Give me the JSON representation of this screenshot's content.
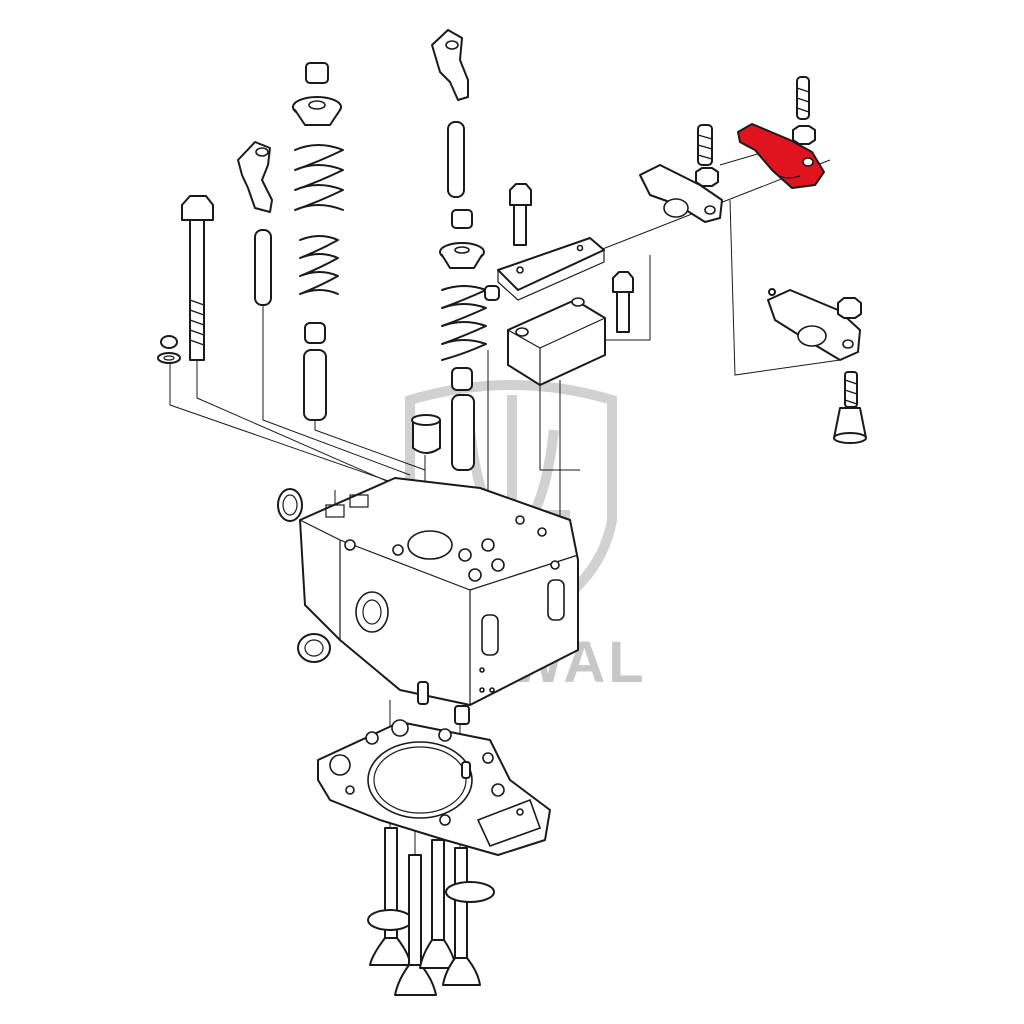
{
  "watermark": {
    "text": "CENWAL",
    "color": "#9a9a9a"
  },
  "highlight": {
    "part": "rocker-arm",
    "color": "#e0141e"
  },
  "parts": [
    "cylinder-head-bolt",
    "washer",
    "rocker-arm",
    "push-rod",
    "valve-spring",
    "spring-retainer",
    "valve-keeper",
    "valve-stem-seal",
    "valve-guide",
    "injector-sleeve",
    "rocker-shaft",
    "rocker-shaft-bracket",
    "adjusting-screw",
    "lock-nut",
    "cylinder-head",
    "cylinder-head-gasket",
    "intake-valve",
    "exhaust-valve",
    "core-plug",
    "dowel-pin"
  ]
}
